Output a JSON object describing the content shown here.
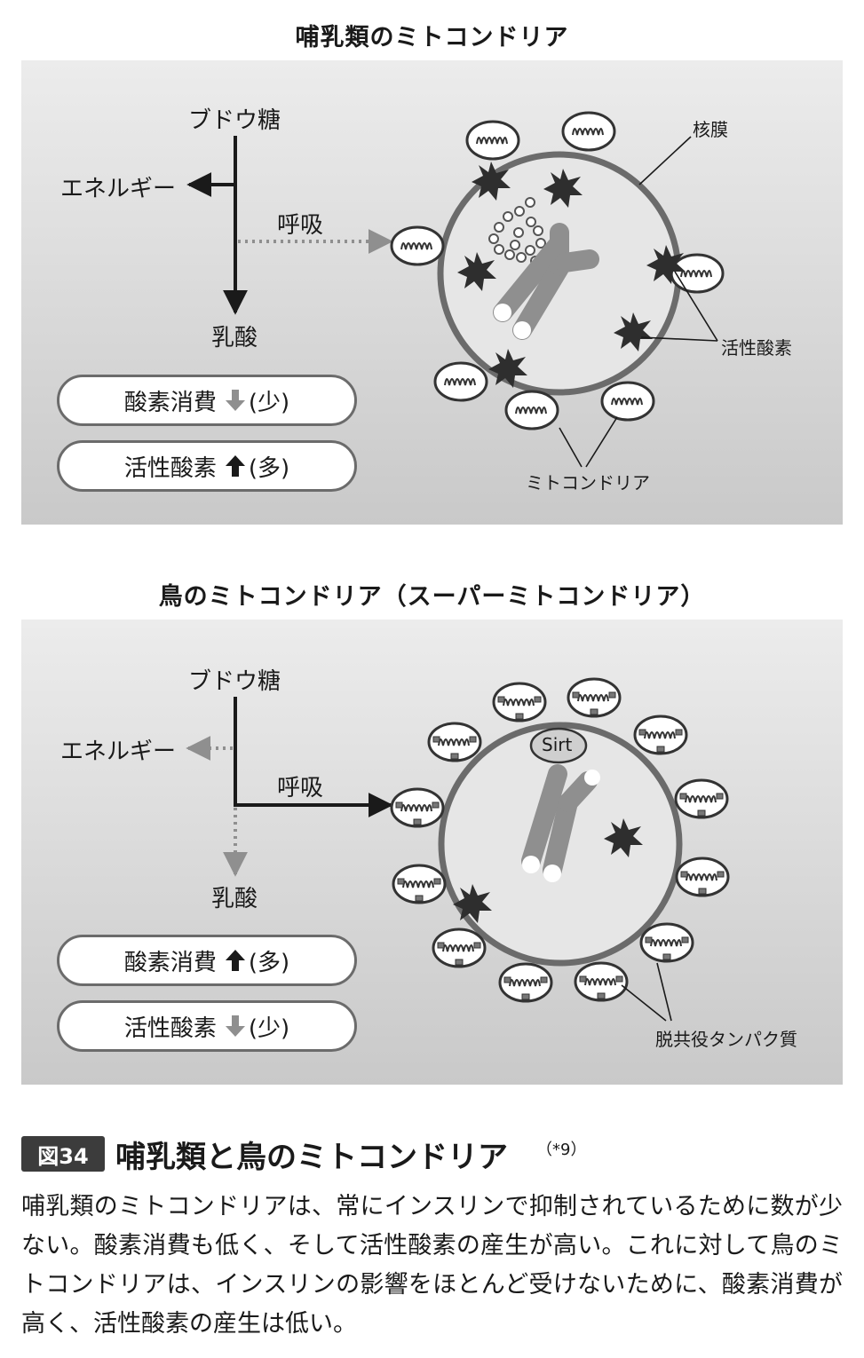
{
  "top": {
    "title": "哺乳類のミトコンドリア",
    "glucose": "ブドウ糖",
    "energy": "エネルギー",
    "respiration": "呼吸",
    "lactic": "乳酸",
    "pill1": {
      "label": "酸素消費",
      "amount": "(少)",
      "direction": "down"
    },
    "pill2": {
      "label": "活性酸素",
      "amount": "(多)",
      "direction": "up"
    },
    "nuclear_membrane": "核膜",
    "ros": "活性酸素",
    "mito": "ミトコンドリア"
  },
  "bottom": {
    "title": "鳥のミトコンドリア（スーパーミトコンドリア）",
    "glucose": "ブドウ糖",
    "energy": "エネルギー",
    "respiration": "呼吸",
    "lactic": "乳酸",
    "sirt": "Sirt",
    "pill1": {
      "label": "酸素消費",
      "amount": "(多)",
      "direction": "up"
    },
    "pill2": {
      "label": "活性酸素",
      "amount": "(少)",
      "direction": "down"
    },
    "uncoupling": "脱共役タンパク質"
  },
  "figure": {
    "badge": "図34",
    "title": "哺乳類と鳥のミトコンドリア",
    "note": "（*9）",
    "caption": "哺乳類のミトコンドリアは、常にインスリンで抑制されているために数が少ない。酸素消費も低く、そして活性酸素の産生が高い。これに対して鳥のミトコンドリアは、インスリンの影響をほとんど受けないために、酸素消費が高く、活性酸素の産生は低い。"
  },
  "colors": {
    "dark": "#333333",
    "mid": "#6b6b6b",
    "light": "#8f8f8f",
    "panel_top": "#ececec",
    "panel_bottom": "#c9c9c9"
  }
}
